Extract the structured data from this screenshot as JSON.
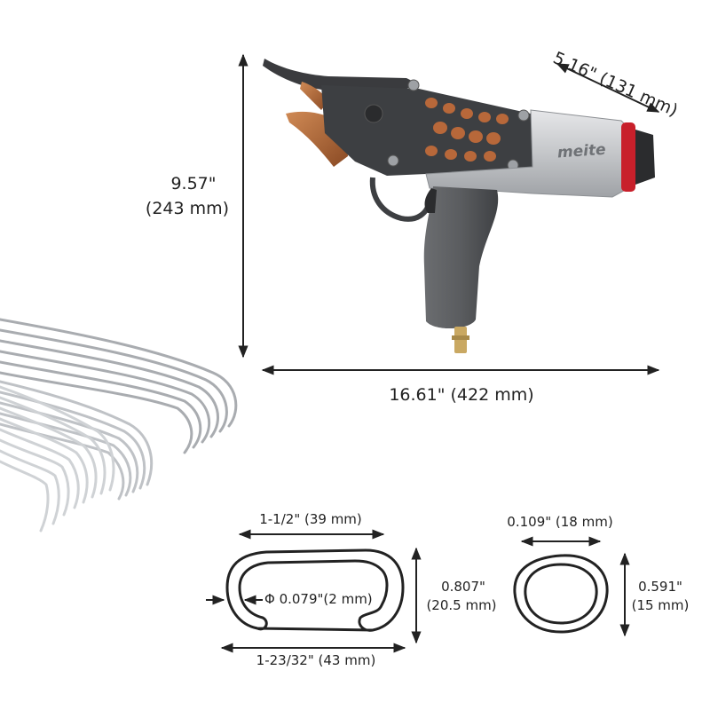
{
  "product": {
    "brand_text": "meite",
    "colors": {
      "body": "#c9cacc",
      "plate": "#3d3f42",
      "accent": "#c8202b",
      "copper": "#b8683a",
      "grip": "#5a5c5f",
      "staple": "#b9bcc0",
      "line": "#222222"
    }
  },
  "tool_dimensions": {
    "height_in": "9.57\"",
    "height_mm": "(243 mm)",
    "length_text": "16.61\" (422 mm)",
    "width_text": "5.16\" (131 mm)"
  },
  "c_ring": {
    "top_width": "1-1/2\" (39 mm)",
    "bottom_width": "1-23/32\" (43 mm)",
    "wire_diameter": "Φ 0.079\"(2 mm)",
    "height_in": "0.807\"",
    "height_mm": "(20.5 mm)"
  },
  "closed_ring": {
    "width": "0.109\" (18 mm)",
    "height_in": "0.591\"",
    "height_mm": "(15 mm)"
  }
}
